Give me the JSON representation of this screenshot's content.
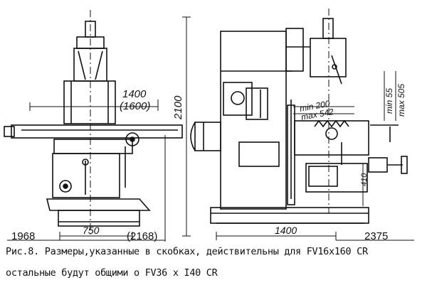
{
  "figure": {
    "dims": {
      "width_top": "1400",
      "width_top_alt": "(1600)",
      "height_total": "2100",
      "base_width_left": "750",
      "base_width_right": "1400",
      "stroke_min": "min 200",
      "stroke_max": "max 542",
      "vertical_min": "min 55",
      "vertical_max": "max 505",
      "slide_height": "410"
    },
    "left_width_label": "1968",
    "left_width_alt": "(2168)",
    "right_width_label": "2375"
  },
  "caption": {
    "line1": "Рис.8. Размеры,указанные в скобках, действительны для FV16x160 CR",
    "line2": "остальные будут общими о FV36 х I40 CR"
  }
}
